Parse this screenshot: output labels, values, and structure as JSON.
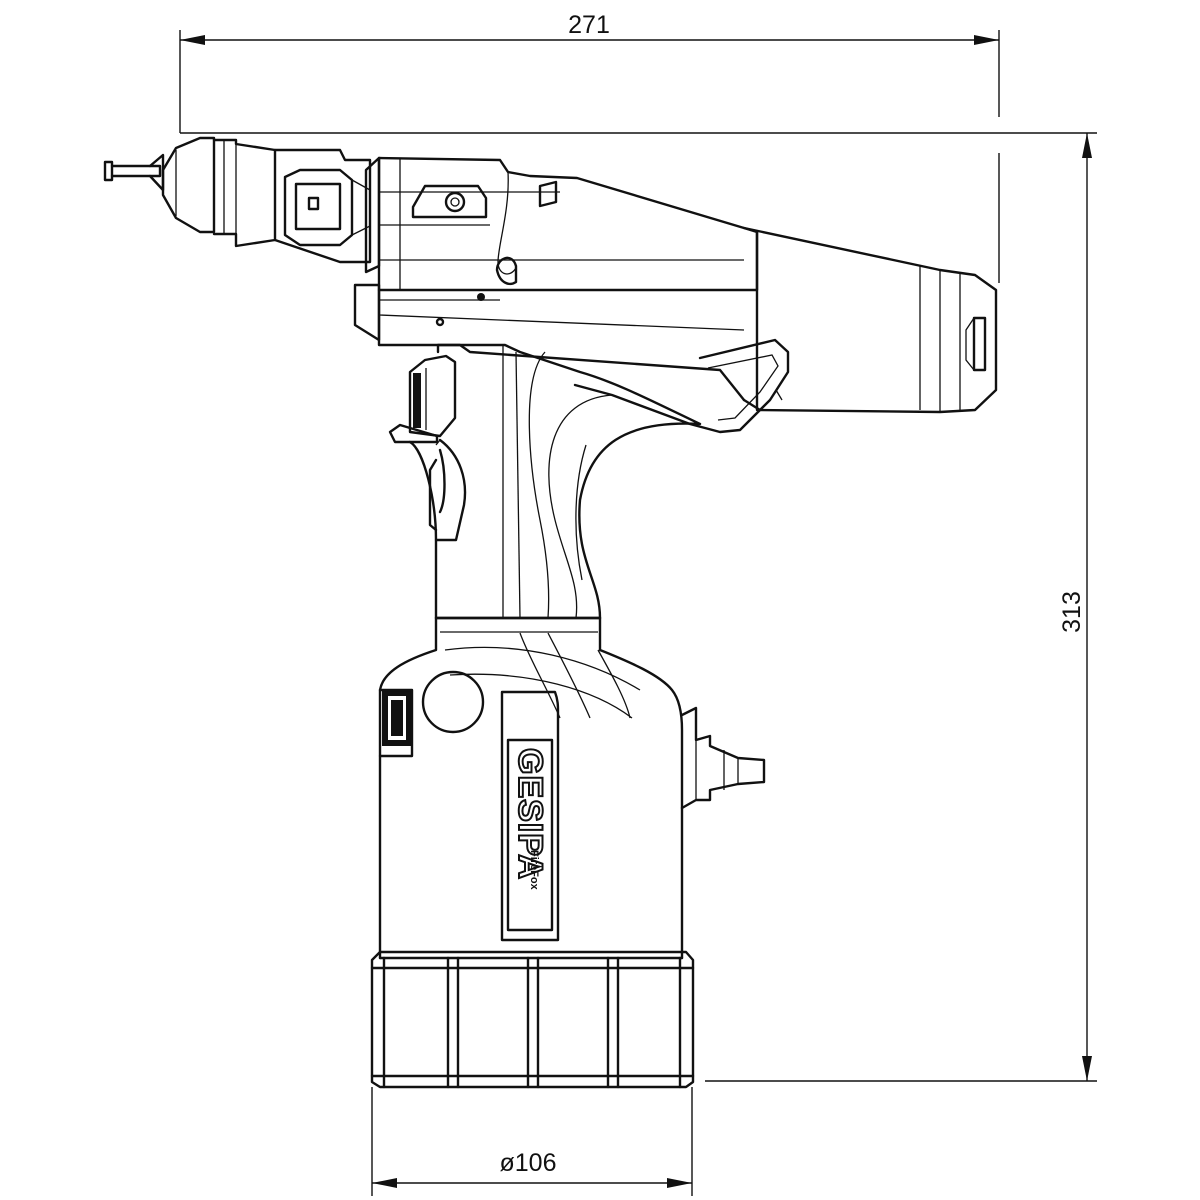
{
  "drawing": {
    "brand_logo_text": "GESIPA",
    "brand_sub_text": "FireFox",
    "dimensions": {
      "overall_length": "271",
      "overall_height": "313",
      "base_diameter": "ø106"
    }
  }
}
